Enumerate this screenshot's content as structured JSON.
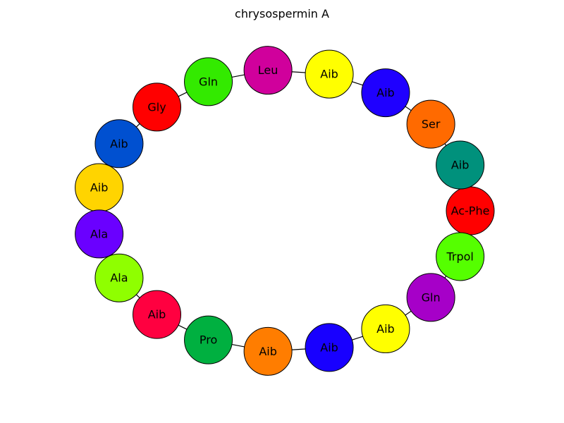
{
  "title": "chrysospermin A",
  "nodes": [
    {
      "label": "Ac-Phe",
      "color": "#ff0000"
    },
    {
      "label": "Aib",
      "color": "#00917c"
    },
    {
      "label": "Ser",
      "color": "#ff6a00"
    },
    {
      "label": "Aib",
      "color": "#1f00ff"
    },
    {
      "label": "Aib",
      "color": "#ffff00"
    },
    {
      "label": "Leu",
      "color": "#d0009c"
    },
    {
      "label": "Gln",
      "color": "#33ea00"
    },
    {
      "label": "Gly",
      "color": "#ff0000"
    },
    {
      "label": "Aib",
      "color": "#0050d0"
    },
    {
      "label": "Aib",
      "color": "#ffd400"
    },
    {
      "label": "Ala",
      "color": "#6a00ff"
    },
    {
      "label": "Ala",
      "color": "#8fff00"
    },
    {
      "label": "Aib",
      "color": "#ff0040"
    },
    {
      "label": "Pro",
      "color": "#00b040"
    },
    {
      "label": "Aib",
      "color": "#ff7d00"
    },
    {
      "label": "Aib",
      "color": "#1800ff"
    },
    {
      "label": "Aib",
      "color": "#ffff00"
    },
    {
      "label": "Gln",
      "color": "#a600c8"
    },
    {
      "label": "Trpol",
      "color": "#55ff00"
    }
  ]
}
